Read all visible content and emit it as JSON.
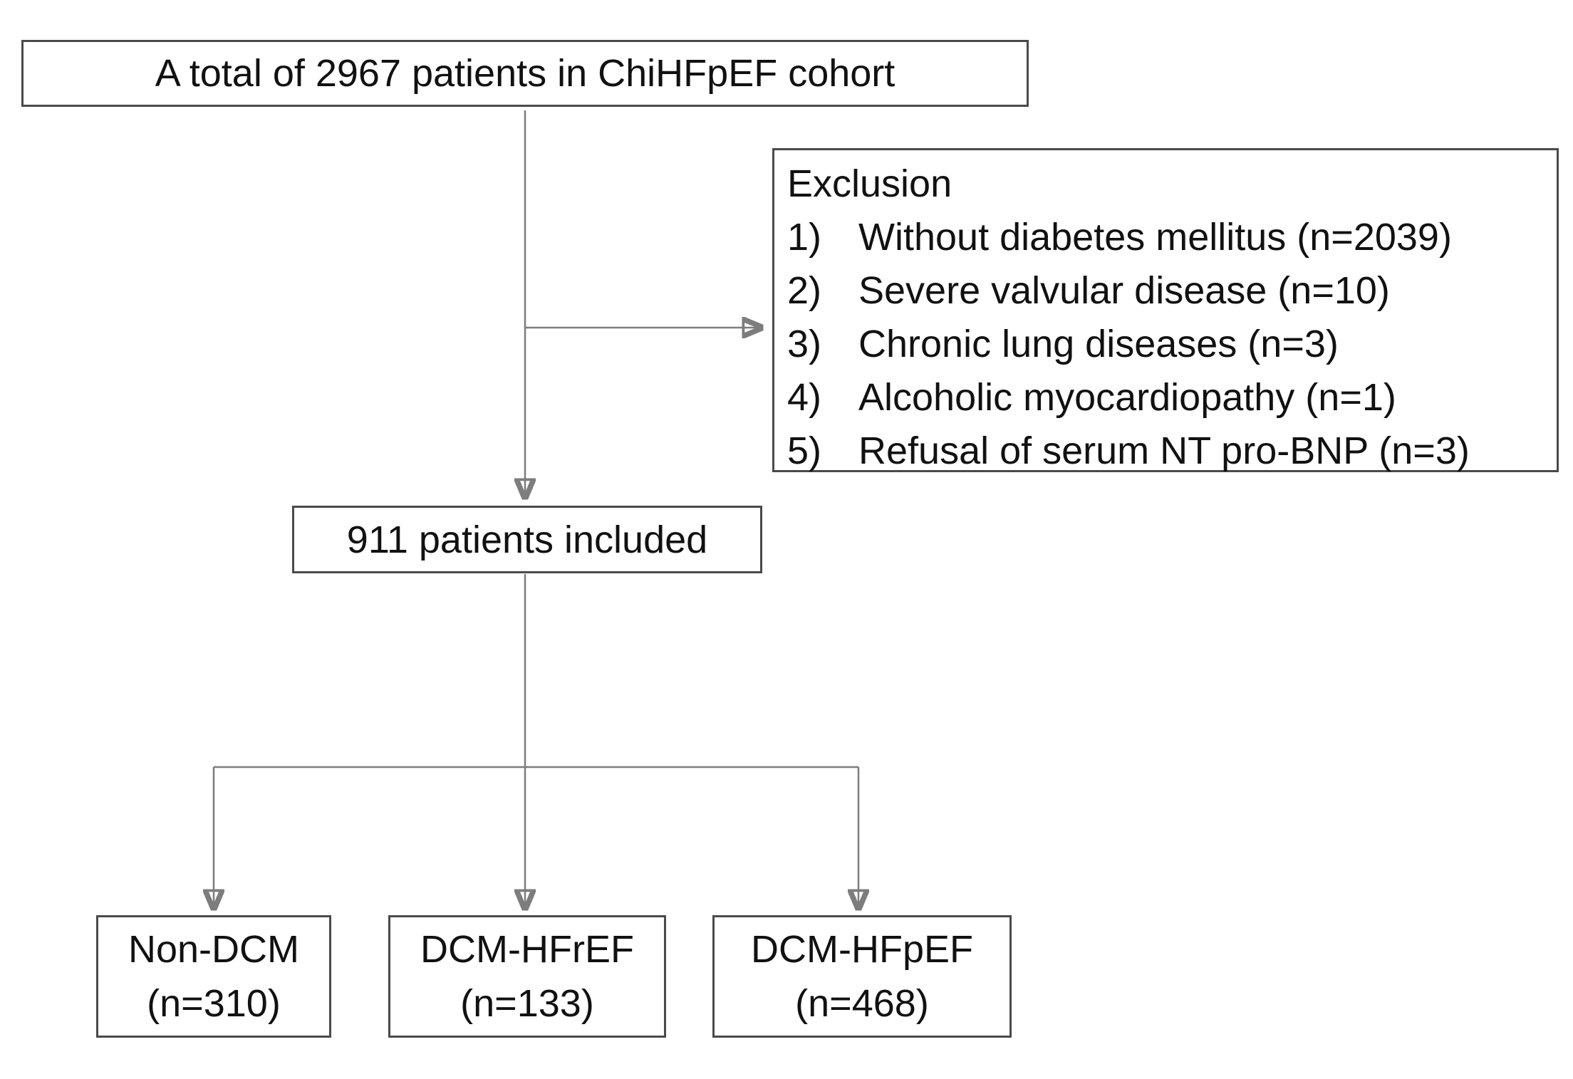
{
  "diagram": {
    "top_box": {
      "text": "A total of 2967 patients in ChiHFpEF cohort"
    },
    "exclusion_box": {
      "title": "Exclusion",
      "items": [
        {
          "num": "1)",
          "text": "Without diabetes mellitus (n=2039)"
        },
        {
          "num": "2)",
          "text": "Severe valvular disease (n=10)"
        },
        {
          "num": "3)",
          "text": "Chronic lung diseases (n=3)"
        },
        {
          "num": "4)",
          "text": "Alcoholic myocardiopathy (n=1)"
        },
        {
          "num": "5)",
          "text": "Refusal of serum NT pro-BNP (n=3)"
        }
      ]
    },
    "included_box": {
      "text": "911 patients included"
    },
    "outcome_boxes": [
      {
        "label": "Non-DCM",
        "count": "(n=310)"
      },
      {
        "label": "DCM-HFrEF",
        "count": "(n=133)"
      },
      {
        "label": "DCM-HFpEF",
        "count": "(n=468)"
      }
    ],
    "colors": {
      "border": "#4a4a4a",
      "line": "#7d7d7d",
      "arrow": "#1c1c1c",
      "text": "#111111",
      "bg": "#ffffff"
    }
  }
}
